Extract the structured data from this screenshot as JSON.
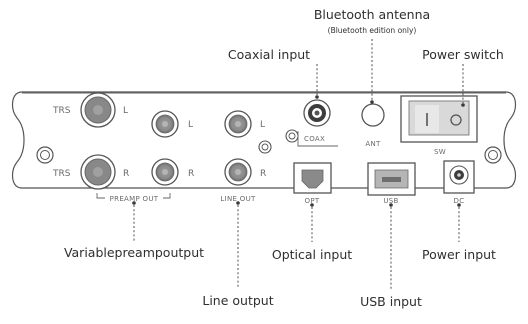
{
  "callouts": {
    "bluetooth_antenna": "Bluetooth antenna",
    "bluetooth_note": "(Bluetooth edition only)",
    "coaxial_input": "Coaxial input",
    "power_switch": "Power switch",
    "variable_preamp_output": "Variablepreampoutput",
    "optical_input": "Optical input",
    "power_input": "Power input",
    "line_output": "Line output",
    "usb_input": "USB input"
  },
  "panel_labels": {
    "trs_top": "TRS",
    "trs_bottom": "TRS",
    "left": "L",
    "right": "R",
    "preamp_out": "PREAMP OUT",
    "line_out": "LINE OUT",
    "coax": "COAX",
    "ant": "ANT",
    "sw": "SW",
    "opt": "OPT",
    "usb": "USB",
    "dc": "DC"
  },
  "icons": [
    "trs-jack-icon",
    "rca-jack-icon",
    "coax-jack-icon",
    "antenna-port-icon",
    "rocker-switch-icon",
    "optical-port-icon",
    "usb-b-port-icon",
    "dc-jack-icon",
    "screw-icon"
  ]
}
